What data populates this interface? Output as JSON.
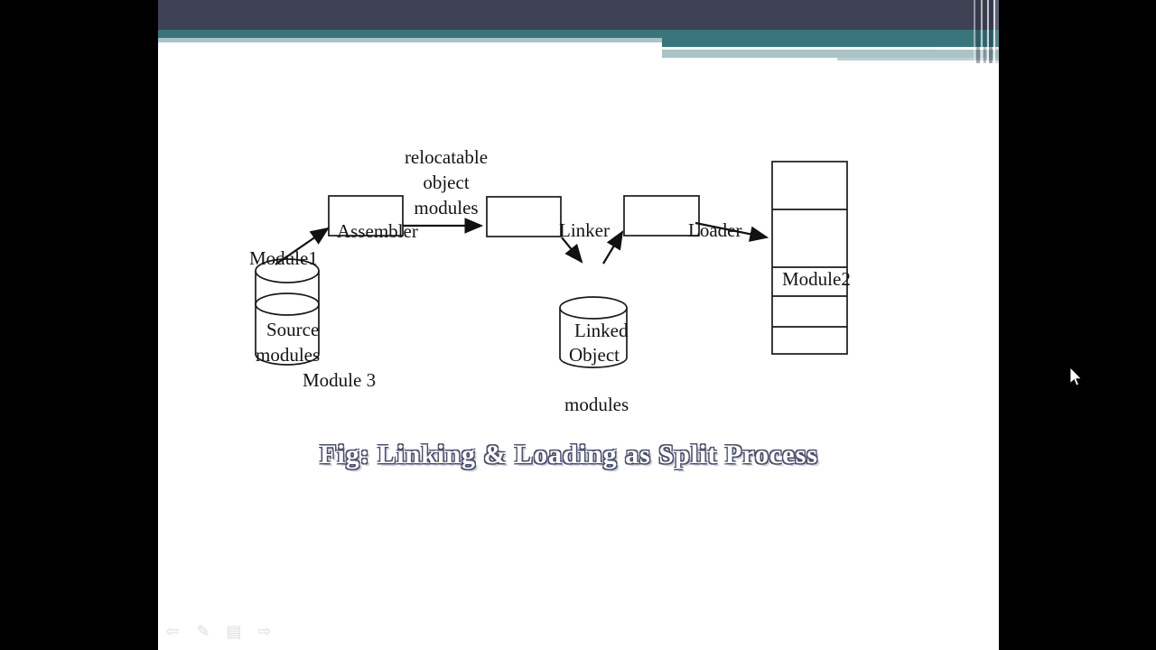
{
  "slide": {
    "diagram": {
      "reloc_label": {
        "line1": "relocatable",
        "line2": "object",
        "line3": "modules"
      },
      "assembler_label": "Assembler",
      "linker_label": "Linker",
      "loader_label": "Loader",
      "source_cylinder": {
        "top_label": "Module1",
        "line1": "Source",
        "line2": "modules",
        "below_label": "Module 3"
      },
      "linked_cylinder": {
        "line1": "Linked",
        "line2": "Object",
        "below_label": "modules"
      },
      "memory_map": {
        "row3_label": "Module2"
      }
    },
    "caption": "Fig: Linking & Loading as Split Process",
    "nav": {
      "items": [
        {
          "name": "previous-slide",
          "glyph": "⇦"
        },
        {
          "name": "pen-tool",
          "glyph": "✎"
        },
        {
          "name": "slide-menu",
          "glyph": "▤"
        },
        {
          "name": "next-slide",
          "glyph": "⇨"
        }
      ]
    },
    "theme": {
      "header_dark": "#3e4254",
      "header_teal": "#3a757c",
      "header_light_teal": "#a9c3c6",
      "diagram_line": "#1a1a1a",
      "caption_outline": "#4b506c"
    }
  }
}
